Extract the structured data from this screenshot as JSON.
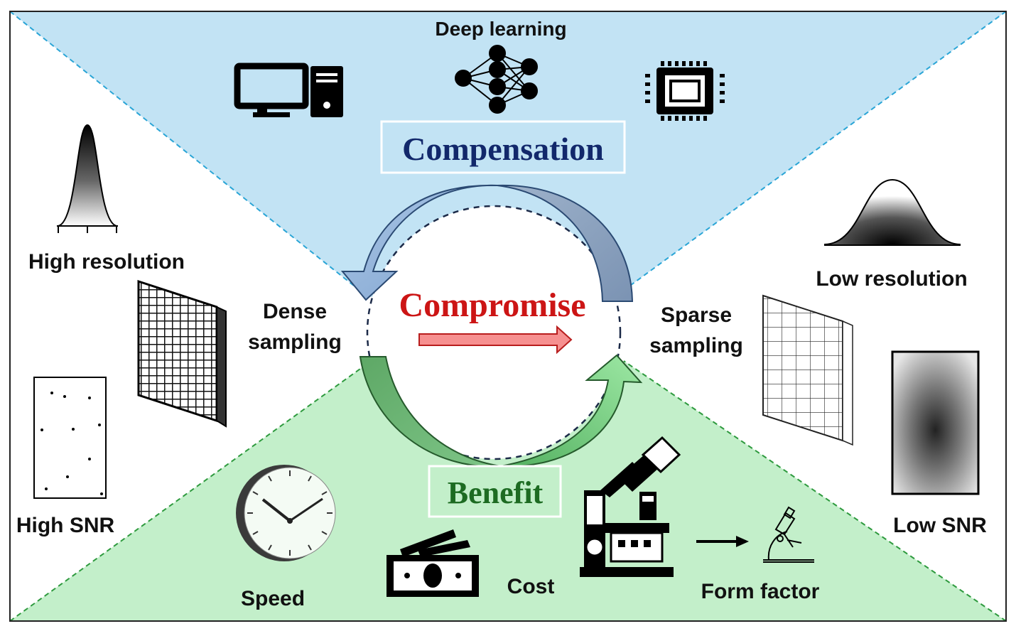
{
  "top": {
    "heading": "Deep learning",
    "box_label": "Compensation",
    "box_label_color": "#12286b",
    "region_color": "#c2e3f4",
    "icons": [
      "desktop-computer-icon",
      "neural-network-icon",
      "processor-chip-icon"
    ]
  },
  "bottom": {
    "box_label": "Benefit",
    "box_label_color": "#1d6b22",
    "region_color": "#c3efca",
    "speed_label": "Speed",
    "cost_label": "Cost",
    "form_factor_label": "Form factor",
    "icons": [
      "clock-icon",
      "money-icon",
      "microscope-icon",
      "arrow-right-icon",
      "small-microscope-icon"
    ]
  },
  "center": {
    "title": "Compromise",
    "title_color": "#cc1515",
    "dense_line1": "Dense",
    "dense_line2": "sampling",
    "sparse_line1": "Sparse",
    "sparse_line2": "sampling"
  },
  "left": {
    "high_resolution": "High resolution",
    "high_snr": "High SNR",
    "icons": [
      "narrow-peak-icon",
      "dense-grid-icon",
      "sparse-dots-icon"
    ]
  },
  "right": {
    "low_resolution": "Low resolution",
    "low_snr": "Low SNR",
    "icons": [
      "wide-peak-icon",
      "sparse-grid-icon",
      "noisy-image-icon"
    ]
  }
}
